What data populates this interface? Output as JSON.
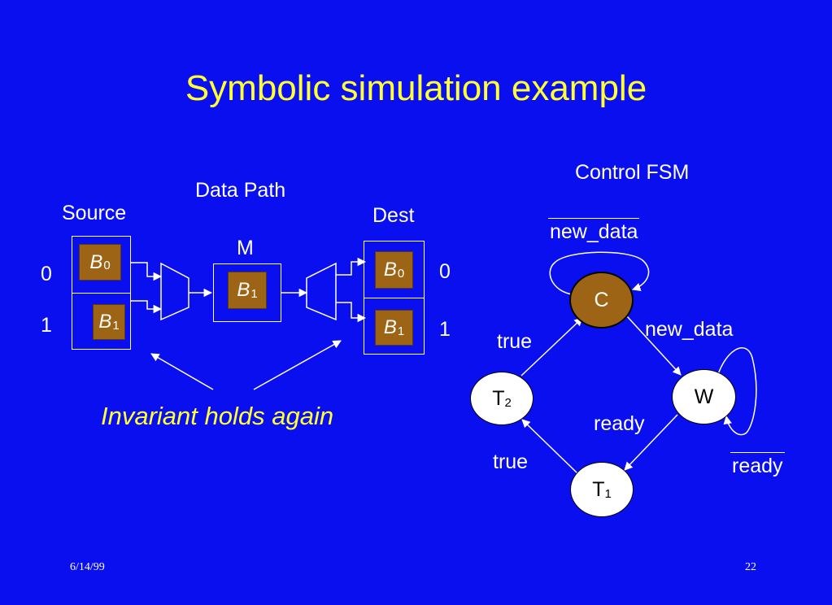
{
  "slide": {
    "title": "Symbolic simulation example",
    "caption": "Invariant holds again",
    "date": "6/14/99",
    "page": "22"
  },
  "datapath": {
    "heading": "Data Path",
    "source_label": "Source",
    "dest_label": "Dest",
    "m_label": "M",
    "source_idx": [
      "0",
      "1"
    ],
    "dest_idx": [
      "0",
      "1"
    ],
    "reg_letter": "B",
    "source_regs": [
      "0",
      "1"
    ],
    "m_reg": "1",
    "dest_regs": [
      "0",
      "1"
    ]
  },
  "fsm": {
    "heading": "Control FSM",
    "states": {
      "c": {
        "label": "C"
      },
      "w": {
        "label": "W"
      },
      "t1": {
        "label": "T",
        "sub": "1"
      },
      "t2": {
        "label": "T",
        "sub": "2"
      }
    },
    "edges": {
      "c_self": "new_data",
      "c_to_w": "new_data",
      "w_to_t1": "ready",
      "w_self": "ready",
      "t1_to_t2": "true",
      "t2_to_c": "true"
    }
  },
  "colors": {
    "background": "#0a0ff0",
    "title": "#ffff33",
    "register": "#9e6416"
  }
}
